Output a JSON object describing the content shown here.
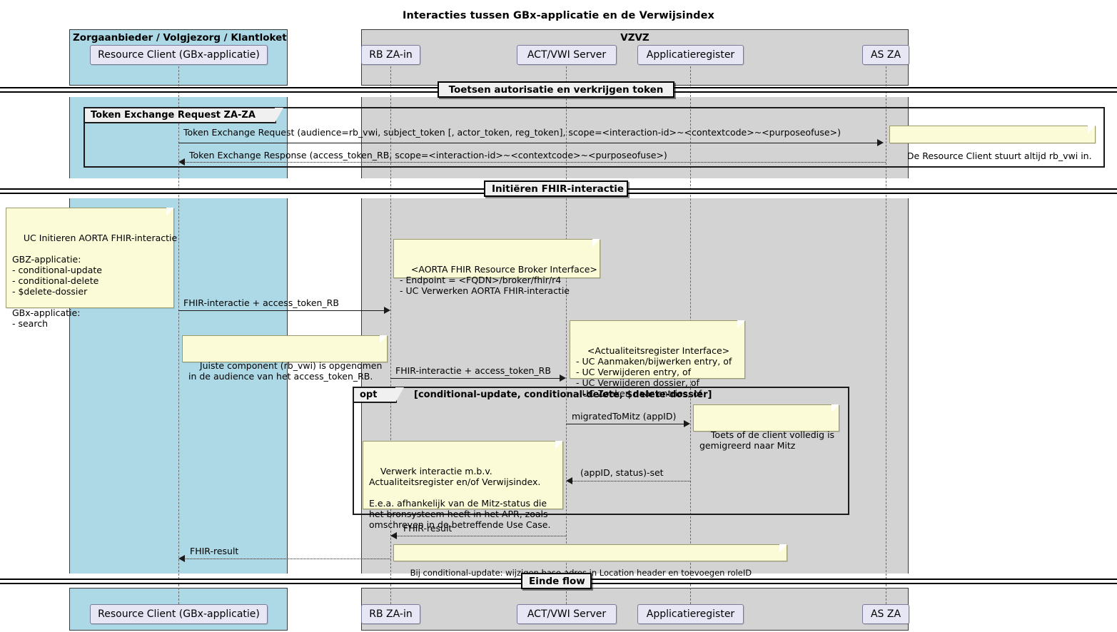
{
  "title": "Interacties tussen GBx-applicatie en de Verwijsindex",
  "groups": [
    {
      "name": "Zorgaanbieder / Volgjezorg / Klantloket",
      "color": "#add8e6"
    },
    {
      "name": "VZVZ",
      "color": "#d3d3d3"
    }
  ],
  "participants": [
    {
      "id": "client",
      "label": "Resource Client (GBx-applicatie)"
    },
    {
      "id": "rbzain",
      "label": "RB ZA-in"
    },
    {
      "id": "actvwi",
      "label": "ACT/VWI Server"
    },
    {
      "id": "appreg",
      "label": "Applicatieregister"
    },
    {
      "id": "asza",
      "label": "AS ZA"
    }
  ],
  "dividers": [
    {
      "id": "div1",
      "label": "Toetsen autorisatie en verkrijgen token"
    },
    {
      "id": "div2",
      "label": "Initiëren FHIR-interactie"
    },
    {
      "id": "div3",
      "label": "Einde flow"
    }
  ],
  "fragments": [
    {
      "id": "group1",
      "operator": "Token Exchange Request ZA-ZA",
      "guard": ""
    },
    {
      "id": "opt1",
      "operator": "opt",
      "guard": "[conditional-update, conditional-delete, $delete-dossier]"
    }
  ],
  "messages": [
    {
      "id": "m1",
      "label": "Token Exchange Request (audience=rb_vwi, subject_token [, actor_token, reg_token], scope=<interaction-id>~<contextcode>~<purposeofuse>)",
      "style": "solid",
      "dir": "right"
    },
    {
      "id": "m2",
      "label": "Token Exchange Response (access_token_RB, scope=<interaction-id>~<contextcode>~<purposeofuse>)",
      "style": "dotted",
      "dir": "left"
    },
    {
      "id": "m3",
      "label": "FHIR-interactie + access_token_RB",
      "style": "solid",
      "dir": "right"
    },
    {
      "id": "m4",
      "label": "FHIR-interactie + access_token_RB",
      "style": "solid",
      "dir": "right"
    },
    {
      "id": "m5",
      "label": "migratedToMitz (appID)",
      "style": "solid",
      "dir": "right"
    },
    {
      "id": "m6",
      "label": "(appID, status)-set",
      "style": "dotted",
      "dir": "left"
    },
    {
      "id": "m7",
      "label": "FHIR-result",
      "style": "dotted",
      "dir": "left"
    },
    {
      "id": "m8",
      "label": "FHIR-result",
      "style": "dotted",
      "dir": "left"
    }
  ],
  "notes": [
    {
      "id": "n1",
      "text": "De Resource Client stuurt altijd rb_vwi in."
    },
    {
      "id": "n2",
      "text": "UC Initieren AORTA FHIR-interactie\n\nGBZ-applicatie:\n- conditional-update\n- conditional-delete\n- $delete-dossier\n\nGBx-applicatie:\n- search"
    },
    {
      "id": "n3",
      "text": "<AORTA FHIR Resource Broker Interface>\n- Endpoint = <FQDN>/broker/fhir/r4\n- UC Verwerken AORTA FHIR-interactie"
    },
    {
      "id": "n4",
      "text": "<Actualiteitsregister Interface>\n- UC Aanmaken/bijwerken entry, of\n- UC Verwijderen entry, of\n- UC Verwijderen dossier, of\n- UC Zoeken naar entries, of"
    },
    {
      "id": "n5",
      "text": "Juiste component (rb_vwi) is opgenomen\nin de audience van het access_token_RB."
    },
    {
      "id": "n6",
      "text": "Toets of de client volledig is\ngemigreerd naar Mitz"
    },
    {
      "id": "n7",
      "text": "Verwerk interactie m.b.v.\nActualiteitsregister en/of Verwijsindex.\n\nE.e.a. afhankelijk van de Mitz-status die\nhet bronsysteem heeft in het APR, zoals\nomschreven in de betreffende Use Case."
    },
    {
      "id": "n8",
      "text": "Bij conditional-update: wijzigen base-adres in Location header en toevoegen roleID"
    }
  ],
  "colors": {
    "group_left": "#add8e6",
    "group_right": "#d3d3d3",
    "participant_fill": "#e6e6f5",
    "note_fill": "#fbfbd8",
    "line": "#1a1a1a"
  }
}
